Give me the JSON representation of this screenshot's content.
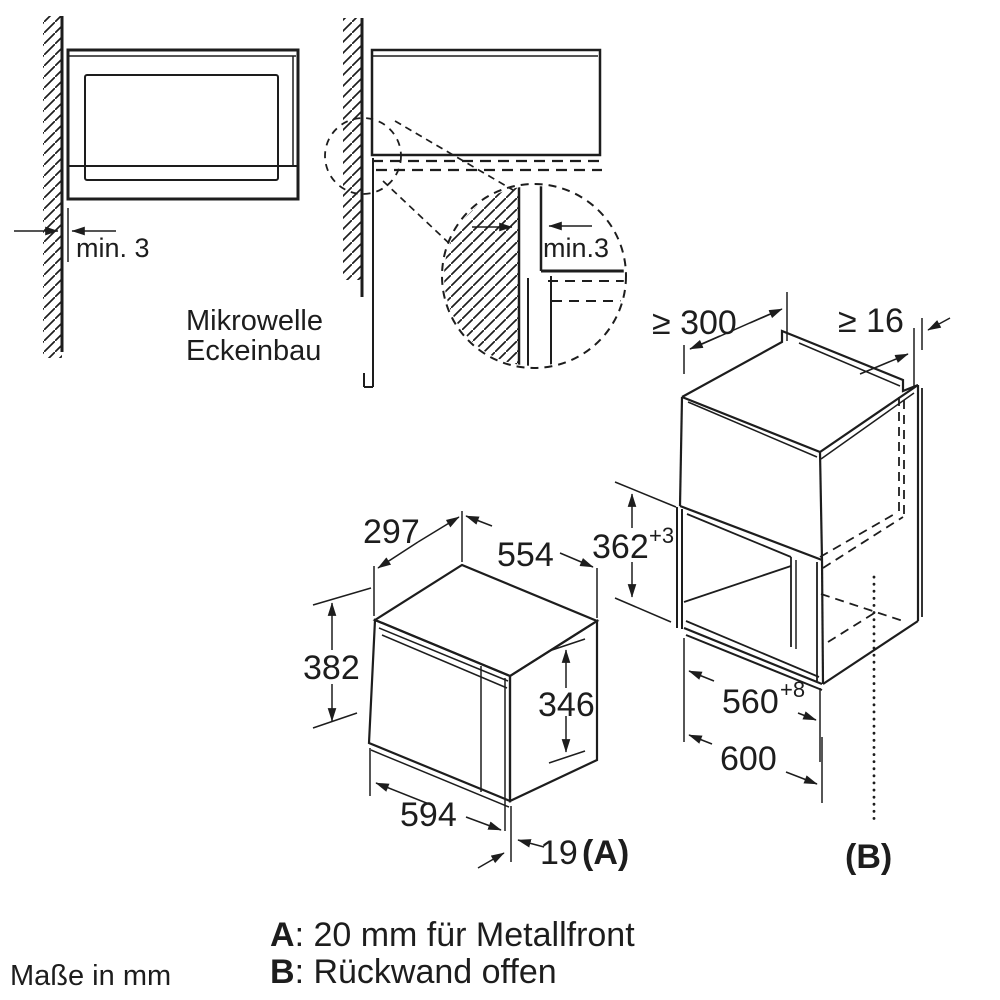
{
  "front_view": {
    "min_gap": "min. 3"
  },
  "corner_view": {
    "caption_line1": "Mikrowelle",
    "caption_line2": "Eckeinbau"
  },
  "detail_view": {
    "min_gap": "min.3"
  },
  "appliance": {
    "depth": "297",
    "width": "554",
    "height": "382",
    "front_height": "346",
    "front_width": "594",
    "front_offset": "19",
    "front_offset_ref": "(A)"
  },
  "cabinet": {
    "min_top_depth": "≥ 300",
    "min_panel_thickness": "≥ 16",
    "niche_height": "362",
    "niche_height_tol": "+3",
    "niche_width": "560",
    "niche_width_tol": "+8",
    "cabinet_width": "600",
    "back_ref": "(B)"
  },
  "legend": {
    "a_key": "A",
    "a_text": ": 20 mm für Metallfront",
    "b_key": "B",
    "b_text": ": Rückwand offen",
    "units": "Maße in mm"
  },
  "colors": {
    "line": "#1d1d1d",
    "background": "#ffffff"
  }
}
